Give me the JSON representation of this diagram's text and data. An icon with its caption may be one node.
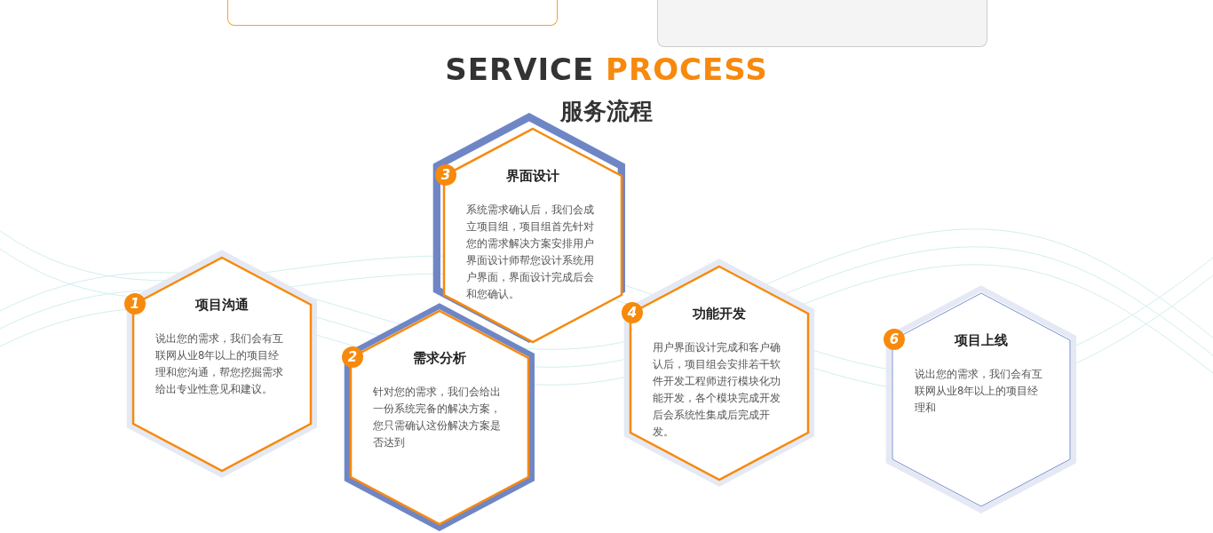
{
  "diagram": {
    "title": "SERVICE PROCESS",
    "nodes": [
      {
        "text": [
          "1",
          "项目沟通",
          "说出您的需求，我们会有互联网从业8年以上的项目经理和您沟通，帮您挖掘需求给出专业性意见和建议。"
        ]
      },
      {
        "text": [
          "2",
          "需求分析",
          "针对您的需求，我们会给出一份系统完备的解决方案，您只需确认这份解决方案是否达到"
        ]
      },
      {
        "text": [
          "3",
          "界面设计",
          "系统需求确认后，我们会成立项目组，项目组首先针对您的需求解决方案安排用户界面设计师帮您设计系统用户界面，界面设计完成后会和您确认。"
        ]
      },
      {
        "text": [
          "4",
          "功能开发",
          "用户界面设计完成和客户确认后，项目组会安排若干软件开发工程师进行模块化功能开发，各个模块完成开发后会系统性集成后完成开发。"
        ]
      },
      {
        "text": [
          "6",
          "项目上线",
          "说出您的需求，我们会有互联网从业8年以上的项目经理和"
        ]
      }
    ],
    "edges": [],
    "labels": [
      "服务流程"
    ]
  }
}
